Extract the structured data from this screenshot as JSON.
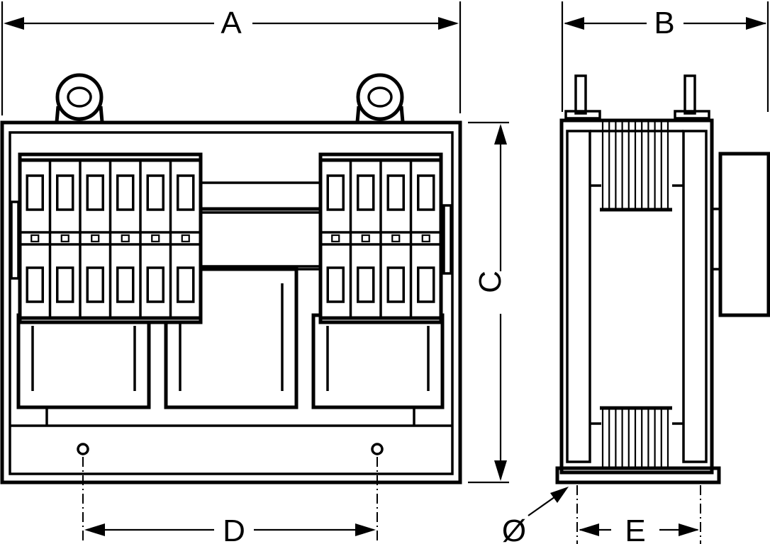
{
  "diagram": {
    "dimension_labels": {
      "width": "A",
      "depth": "B",
      "height": "C",
      "hole_spacing": "D",
      "foot_spacing": "E",
      "hole_diameter": "Ø"
    },
    "colors": {
      "line": "#000000",
      "background": "#ffffff"
    }
  }
}
